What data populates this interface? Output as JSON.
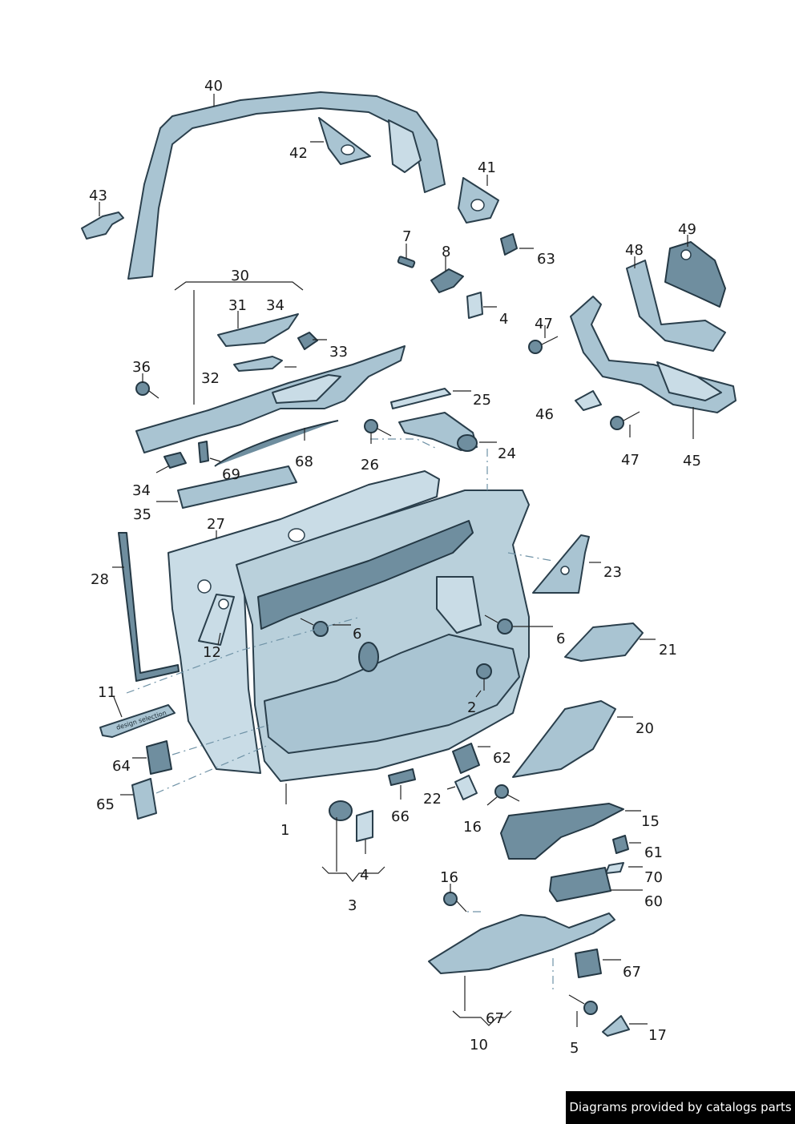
{
  "callouts": [
    {
      "id": "c40",
      "text": "40"
    },
    {
      "id": "c42",
      "text": "42"
    },
    {
      "id": "c41",
      "text": "41"
    },
    {
      "id": "c43",
      "text": "43"
    },
    {
      "id": "c7",
      "text": "7"
    },
    {
      "id": "c8",
      "text": "8"
    },
    {
      "id": "c63",
      "text": "63"
    },
    {
      "id": "c49",
      "text": "49"
    },
    {
      "id": "c48",
      "text": "48"
    },
    {
      "id": "c30",
      "text": "30"
    },
    {
      "id": "c31",
      "text": "31"
    },
    {
      "id": "c34a",
      "text": "34"
    },
    {
      "id": "c4a",
      "text": "4"
    },
    {
      "id": "c47a",
      "text": "47"
    },
    {
      "id": "c33",
      "text": "33"
    },
    {
      "id": "c36",
      "text": "36"
    },
    {
      "id": "c32",
      "text": "32"
    },
    {
      "id": "c25",
      "text": "25"
    },
    {
      "id": "c46",
      "text": "46"
    },
    {
      "id": "c47b",
      "text": "47"
    },
    {
      "id": "c45",
      "text": "45"
    },
    {
      "id": "c26",
      "text": "26"
    },
    {
      "id": "c24",
      "text": "24"
    },
    {
      "id": "c68",
      "text": "68"
    },
    {
      "id": "c69",
      "text": "69"
    },
    {
      "id": "c34b",
      "text": "34"
    },
    {
      "id": "c35",
      "text": "35"
    },
    {
      "id": "c27",
      "text": "27"
    },
    {
      "id": "c28",
      "text": "28"
    },
    {
      "id": "c23",
      "text": "23"
    },
    {
      "id": "c6a",
      "text": "6"
    },
    {
      "id": "c6b",
      "text": "6"
    },
    {
      "id": "c12",
      "text": "12"
    },
    {
      "id": "c21",
      "text": "21"
    },
    {
      "id": "c11",
      "text": "11"
    },
    {
      "id": "c2",
      "text": "2"
    },
    {
      "id": "c20",
      "text": "20"
    },
    {
      "id": "c64",
      "text": "64"
    },
    {
      "id": "c62",
      "text": "62"
    },
    {
      "id": "c65",
      "text": "65"
    },
    {
      "id": "c22",
      "text": "22"
    },
    {
      "id": "c66",
      "text": "66"
    },
    {
      "id": "c1",
      "text": "1"
    },
    {
      "id": "c16a",
      "text": "16"
    },
    {
      "id": "c15",
      "text": "15"
    },
    {
      "id": "c61",
      "text": "61"
    },
    {
      "id": "c4b",
      "text": "4"
    },
    {
      "id": "c70",
      "text": "70"
    },
    {
      "id": "c3",
      "text": "3"
    },
    {
      "id": "c16b",
      "text": "16"
    },
    {
      "id": "c60",
      "text": "60"
    },
    {
      "id": "c67a",
      "text": "67"
    },
    {
      "id": "c67b",
      "text": "67"
    },
    {
      "id": "c10",
      "text": "10"
    },
    {
      "id": "c5",
      "text": "5"
    },
    {
      "id": "c17",
      "text": "17"
    }
  ],
  "part11_emboss": "design selection",
  "credit": "Diagrams provided by catalogs parts",
  "colors": {
    "part_fill": "#a9c4d2",
    "outline": "#2a3f4c",
    "credit_bg": "#000000"
  }
}
